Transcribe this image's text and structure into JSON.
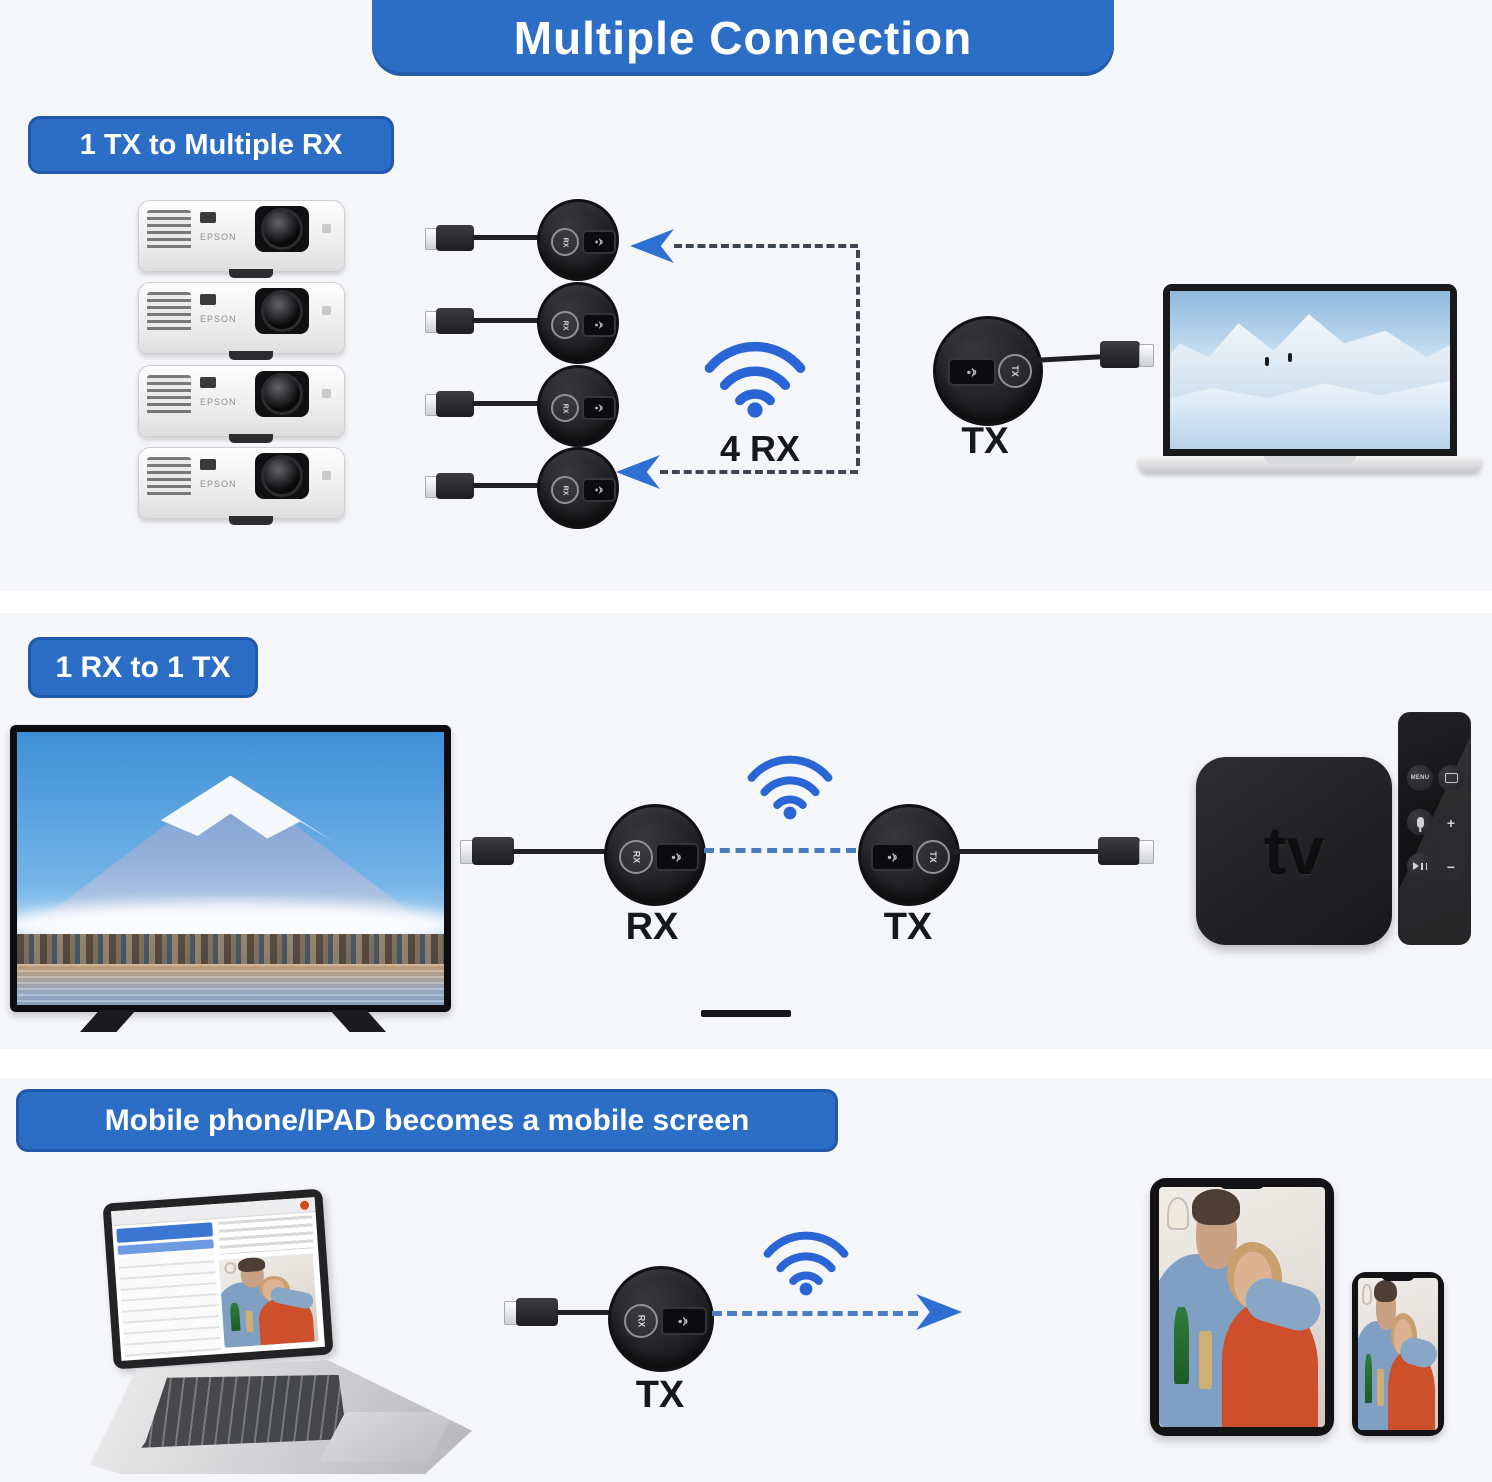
{
  "header": {
    "title": "Multiple Connection"
  },
  "device": {
    "rx_button": "RX",
    "tx_button": "TX"
  },
  "sections": {
    "tx_multi": {
      "label": "1 TX to Multiple RX",
      "projector_brand": "EPSON",
      "wifi_count_label": "4 RX",
      "tx_caption": "TX"
    },
    "one_to_one": {
      "label": "1 RX to 1 TX",
      "rx_caption": "RX",
      "tx_caption": "TX",
      "apple_tv_logo": "tv",
      "remote": {
        "menu_label": "MENU",
        "volume_up": "+",
        "volume_down": "−"
      }
    },
    "mobile": {
      "label": "Mobile phone/IPAD becomes a mobile screen",
      "tx_caption": "TX"
    }
  },
  "icons": {
    "wifi": "wifi-icon",
    "antenna": "antenna-signal-icon",
    "arrow": "arrowhead-icon",
    "hdmi": "hdmi-connector"
  },
  "colors": {
    "banner_blue": "#2c6dc6",
    "wifi_blue": "#2a65d6",
    "arrow_blue": "#2e6fd3",
    "dashed_dark": "#3e4450",
    "dashed_blue": "#4a7ec0",
    "section_bg": "#f4f6fa",
    "caption_text": "#17181a"
  }
}
